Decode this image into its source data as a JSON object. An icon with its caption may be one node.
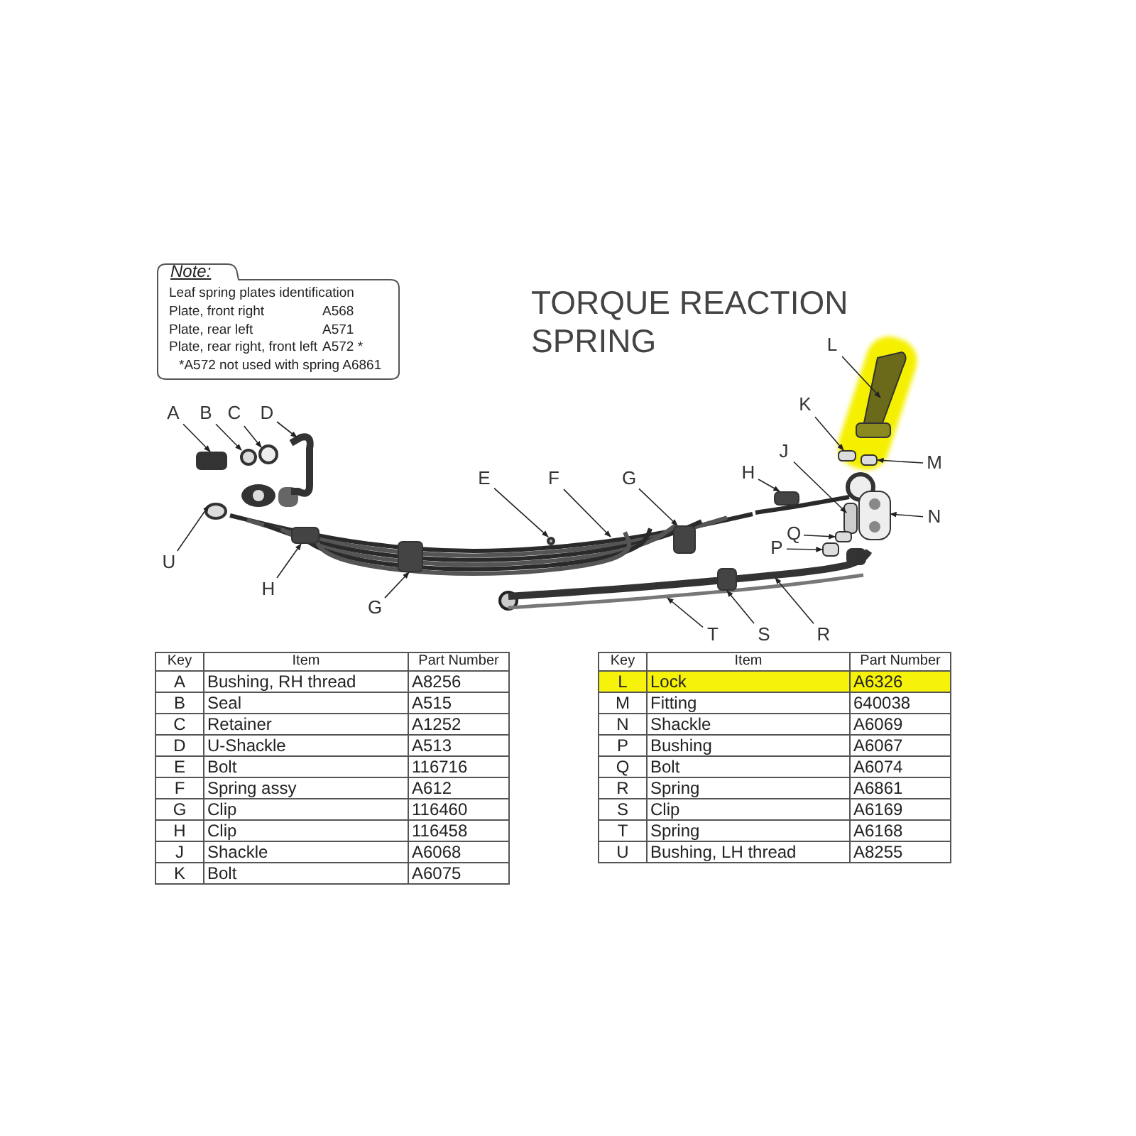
{
  "diagram": {
    "title": "TORQUE REACTION SPRING",
    "nodes": [
      {
        "text": [
          "Note:",
          "Leaf spring plates identification",
          "Plate, front right",
          "A568",
          "Plate, rear left",
          "A571",
          "Plate, rear right, front left",
          "A572 *",
          "*A572 not used with spring A6861"
        ]
      },
      {
        "text": [
          "L"
        ]
      },
      {
        "text": [
          "A"
        ]
      },
      {
        "text": [
          "B"
        ]
      },
      {
        "text": [
          "C"
        ]
      },
      {
        "text": [
          "D"
        ]
      },
      {
        "text": [
          "K"
        ]
      },
      {
        "text": [
          "M"
        ]
      },
      {
        "text": [
          "E"
        ]
      },
      {
        "text": [
          "F"
        ]
      },
      {
        "text": [
          "G"
        ]
      },
      {
        "text": [
          "H"
        ]
      },
      {
        "text": [
          "J"
        ]
      },
      {
        "text": [
          "N"
        ]
      },
      {
        "text": [
          "Q"
        ]
      },
      {
        "text": [
          "P"
        ]
      },
      {
        "text": [
          "U"
        ]
      },
      {
        "text": [
          "H"
        ]
      },
      {
        "text": [
          "G"
        ]
      },
      {
        "text": [
          "T"
        ]
      },
      {
        "text": [
          "S"
        ]
      },
      {
        "text": [
          "R"
        ]
      },
      {
        "text": [],
        "shape": "picture"
      },
      {
        "text": [],
        "shape": "box"
      },
      {
        "text": [],
        "shape": "circle"
      },
      {
        "text": [],
        "shape": "circle"
      },
      {
        "text": [],
        "shape": "picture"
      },
      {
        "text": [],
        "shape": "box"
      },
      {
        "text": [],
        "shape": "box"
      },
      {
        "text": [],
        "shape": "circle",
        "in": 30
      },
      {
        "text": [],
        "shape": "picture"
      },
      {
        "text": [],
        "shape": "box",
        "in": 30
      },
      {
        "text": [],
        "shape": "box"
      },
      {
        "text": [],
        "shape": "box"
      },
      {
        "text": [],
        "shape": "picture"
      },
      {
        "text": [],
        "shape": "box"
      },
      {
        "text": [],
        "shape": "box"
      },
      {
        "text": [],
        "shape": "circle"
      },
      {
        "text": [],
        "shape": "box",
        "in": 30
      },
      {
        "text": [],
        "shape": "box",
        "in": 30
      },
      {
        "text": [],
        "shape": "picture"
      },
      {
        "text": [],
        "shape": "box",
        "in": 42
      },
      {
        "text": [],
        "shape": "picture"
      }
    ],
    "edges": [
      {
        "from": 1,
        "to": 22,
        "arrow": "to"
      },
      {
        "from": 2,
        "to": 23,
        "arrow": "to"
      },
      {
        "from": 3,
        "to": 24,
        "arrow": "to"
      },
      {
        "from": 4,
        "to": 25,
        "arrow": "to"
      },
      {
        "from": 5,
        "to": 26,
        "arrow": "to"
      },
      {
        "from": 6,
        "to": 27,
        "arrow": "to"
      },
      {
        "from": 7,
        "to": 28,
        "arrow": "to"
      },
      {
        "from": 8,
        "to": 29,
        "arrow": "to"
      },
      {
        "from": 9,
        "to": 30,
        "arrow": "to"
      },
      {
        "from": 10,
        "to": 31,
        "arrow": "to"
      },
      {
        "from": 11,
        "to": 32,
        "arrow": "to"
      },
      {
        "from": 12,
        "to": 33,
        "arrow": "to"
      },
      {
        "from": 13,
        "to": 34,
        "arrow": "to"
      },
      {
        "from": 14,
        "to": 35,
        "arrow": "to"
      },
      {
        "from": 15,
        "to": 36,
        "arrow": "to"
      },
      {
        "from": 16,
        "to": 37,
        "arrow": "to"
      },
      {
        "from": 17,
        "to": 38,
        "arrow": "to"
      },
      {
        "from": 18,
        "to": 39,
        "arrow": "to"
      },
      {
        "from": 19,
        "to": 40,
        "arrow": "to"
      },
      {
        "from": 20,
        "to": 41,
        "arrow": "to"
      },
      {
        "from": 21,
        "to": 42,
        "arrow": "to"
      }
    ],
    "labels": [
      "Key",
      "Item",
      "Part Number",
      "A",
      "Bushing, RH thread",
      "A8256",
      "B",
      "Seal",
      "A515",
      "C",
      "Retainer",
      "A1252",
      "D",
      "U-Shackle",
      "A513",
      "E",
      "Bolt",
      "116716",
      "F",
      "Spring assy",
      "A612",
      "G",
      "Clip",
      "116460",
      "H",
      "Clip",
      "116458",
      "J",
      "Shackle",
      "A6068",
      "K",
      "Bolt",
      "A6075",
      "Key",
      "Item",
      "Part Number",
      "L",
      "Lock",
      "A6326",
      "M",
      "Fitting",
      "640038",
      "N",
      "Shackle",
      "A6069",
      "P",
      "Bushing",
      "A6067",
      "Q",
      "Bolt",
      "A6074",
      "R",
      "Spring",
      "A6861",
      "S",
      "Clip",
      "A6169",
      "T",
      "Spring",
      "A6168",
      "U",
      "Bushing, LH thread",
      "A8255"
    ]
  }
}
